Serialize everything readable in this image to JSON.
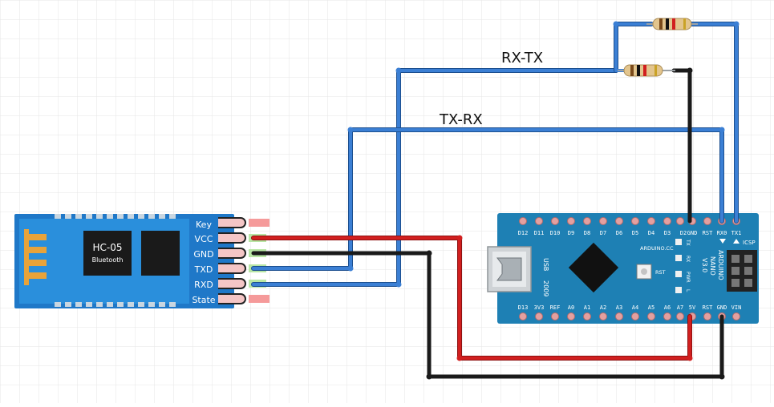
{
  "labels": {
    "rx_tx": "RX-TX",
    "tx_rx": "TX-RX"
  },
  "hc05": {
    "name": "HC-05",
    "subtitle": "Bluetooth",
    "pins": [
      "Key",
      "VCC",
      "GND",
      "TXD",
      "RXD",
      "State"
    ]
  },
  "nano": {
    "top_pins": [
      "D12",
      "D11",
      "D10",
      "D9",
      "D8",
      "D7",
      "D6",
      "D5",
      "D4",
      "D3",
      "D2",
      "GND",
      "RST",
      "RX0",
      "TX1"
    ],
    "bottom_pins": [
      "D13",
      "3V3",
      "REF",
      "A0",
      "A1",
      "A2",
      "A3",
      "A4",
      "A5",
      "A6",
      "A7",
      "5V",
      "RST",
      "GND",
      "VIN"
    ],
    "usb_label": "USB",
    "year": "2009",
    "brand": "ARDUINO.CC",
    "model_lines": [
      "ARDUINO",
      "NANO",
      "V3.0"
    ],
    "icsp": "ICSP",
    "reset": "RST",
    "leds": [
      "TX",
      "RX",
      "PWR",
      "L"
    ]
  },
  "colors": {
    "wire_blue": "#3b7fd4",
    "wire_red": "#d11f1f",
    "wire_black": "#1a1a1a",
    "hc05_board": "#1f78c8",
    "nano_board": "#1e80b4"
  }
}
